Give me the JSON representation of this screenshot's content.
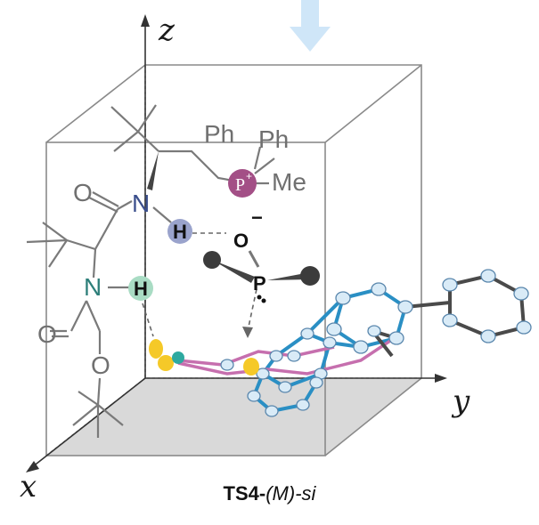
{
  "axes": {
    "x": "x",
    "y": "y",
    "z": "z"
  },
  "labels": {
    "ph1": "Ph",
    "ph2": "Ph",
    "p_plus": "P",
    "plus_sign": "+",
    "me": "Me",
    "o_amide": "O",
    "n_upper": "N",
    "h_upper": "H",
    "n_lower": "N",
    "h_lower": "H",
    "o_carbamate_c": "O",
    "o_carbamate_ester": "O",
    "o_minus": "O",
    "minus_sign": "−",
    "p_center": "P"
  },
  "caption": {
    "bold": "TS4-",
    "italic1": "(M)",
    "italic2": "-si"
  },
  "colors": {
    "arrow": "#cfe6f8",
    "box": "#8a8a8a",
    "floor": "#d9d9d9",
    "blue_bond": "#2a8fc4",
    "pink_bond": "#c66fae",
    "gray_bond": "#4a4a4a",
    "p_plus_fill": "#a34f86",
    "h_upper_fill": "#9aa3cc",
    "h_lower_fill": "#a9dcc4",
    "yellow": "#f5c928",
    "teal": "#2ea9a0"
  }
}
